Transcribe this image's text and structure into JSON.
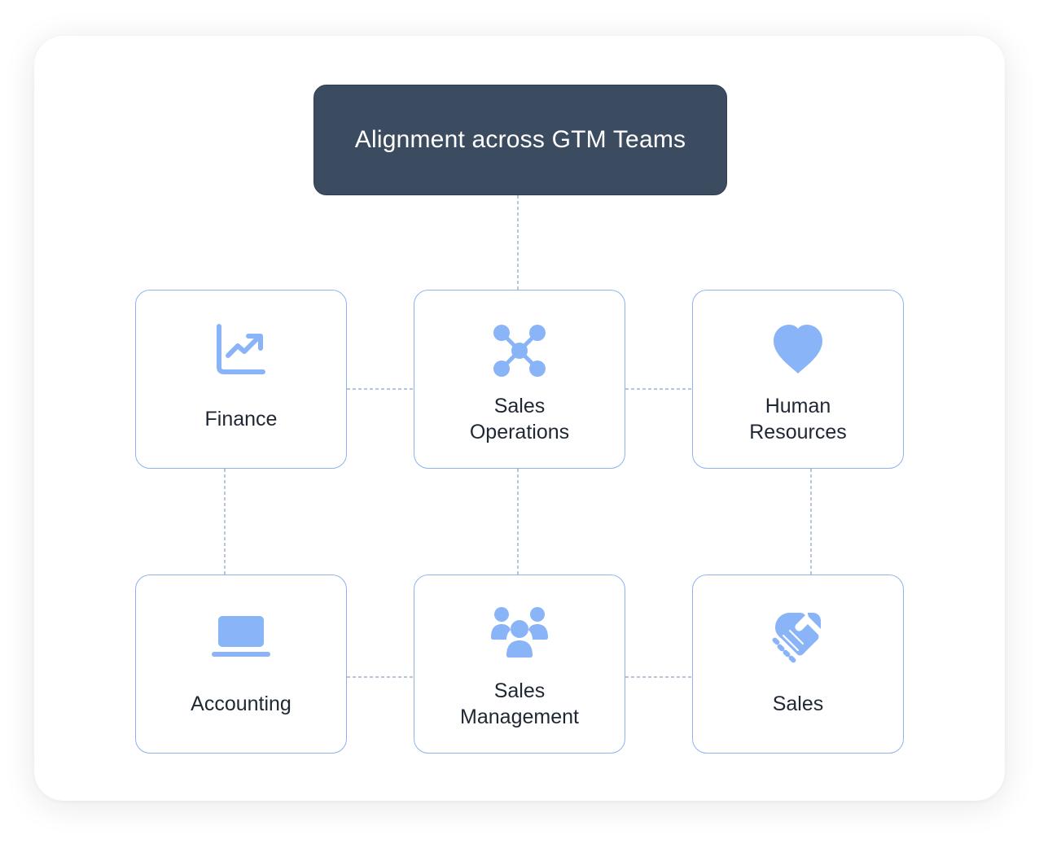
{
  "diagram": {
    "title": "Alignment across GTM Teams",
    "accent_color": "#8ab4f8",
    "header_color": "#3b4b60",
    "connector_color": "#9fb4cf",
    "teams": [
      {
        "key": "finance",
        "label": "Finance",
        "icon": "trending-up-chart-icon"
      },
      {
        "key": "salesops",
        "label": "Sales\nOperations",
        "icon": "network-nodes-icon"
      },
      {
        "key": "hr",
        "label": "Human\nResources",
        "icon": "heart-icon"
      },
      {
        "key": "accounting",
        "label": "Accounting",
        "icon": "laptop-icon"
      },
      {
        "key": "salesmgmt",
        "label": "Sales\nManagement",
        "icon": "group-people-icon"
      },
      {
        "key": "sales",
        "label": "Sales",
        "icon": "handshake-icon"
      }
    ]
  }
}
